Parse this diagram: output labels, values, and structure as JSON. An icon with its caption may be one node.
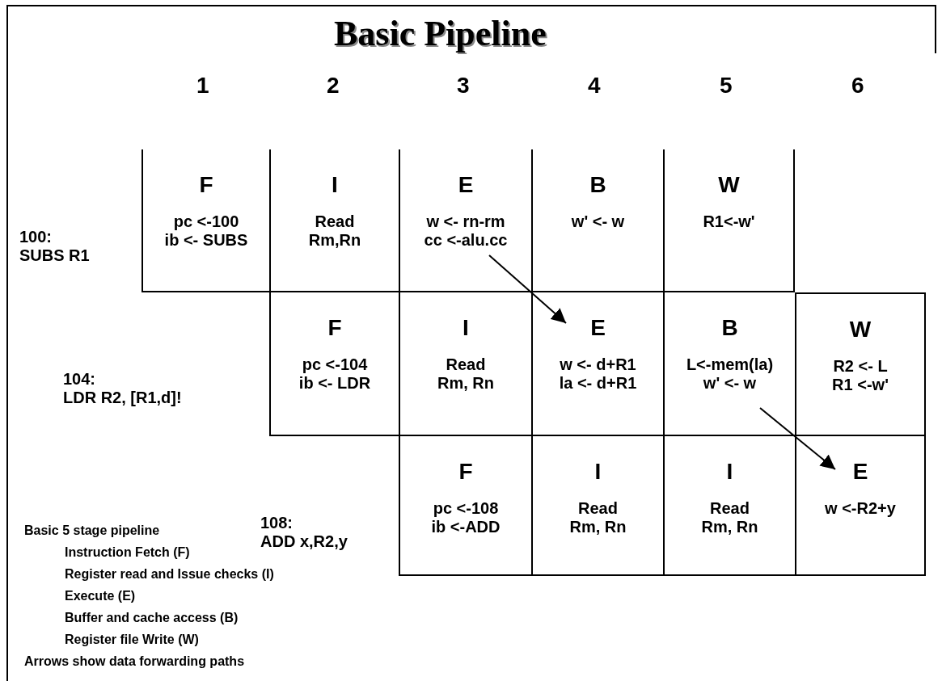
{
  "diagram": {
    "title": "Basic Pipeline",
    "nodes": [
      {
        "text": [
          "F",
          "pc <-100",
          "ib <- SUBS"
        ]
      },
      {
        "text": [
          "I",
          "Read",
          "Rm,Rn"
        ]
      },
      {
        "text": [
          "E",
          "w <- rn-rm",
          "cc <-alu.cc"
        ]
      },
      {
        "text": [
          "B",
          "w' <- w"
        ]
      },
      {
        "text": [
          "W",
          "R1<-w'"
        ]
      },
      {
        "text": [
          "F",
          "pc <-104",
          "ib <- LDR"
        ]
      },
      {
        "text": [
          "I",
          "Read",
          "Rm, Rn"
        ]
      },
      {
        "text": [
          "E",
          "w <- d+R1",
          "la <- d+R1"
        ]
      },
      {
        "text": [
          "B",
          "L<-mem(la)",
          "w' <- w"
        ]
      },
      {
        "text": [
          "W",
          "R2 <- L",
          "R1 <-w'"
        ]
      },
      {
        "text": [
          "F",
          "pc <-108",
          "ib <-ADD"
        ]
      },
      {
        "text": [
          "I",
          "Read",
          "Rm, Rn"
        ]
      },
      {
        "text": [
          "I",
          "Read",
          "Rm, Rn"
        ]
      },
      {
        "text": [
          "E",
          "w <-R2+y"
        ]
      }
    ],
    "edges": [
      {
        "from": 2,
        "to": 7,
        "arrow": "to"
      },
      {
        "from": 8,
        "to": 13,
        "arrow": "to"
      }
    ],
    "labels": [
      "1",
      "2",
      "3",
      "4",
      "5",
      "6",
      "100:",
      "SUBS R1",
      "104:",
      "LDR R2, [R1,d]!",
      "108:",
      "ADD x,R2,y",
      "Basic 5 stage pipeline",
      "Instruction Fetch (F)",
      "Register read and Issue checks (I)",
      "Execute (E)",
      "Buffer and cache access (B)",
      "Register file Write (W)",
      "Arrows show data forwarding paths"
    ]
  }
}
